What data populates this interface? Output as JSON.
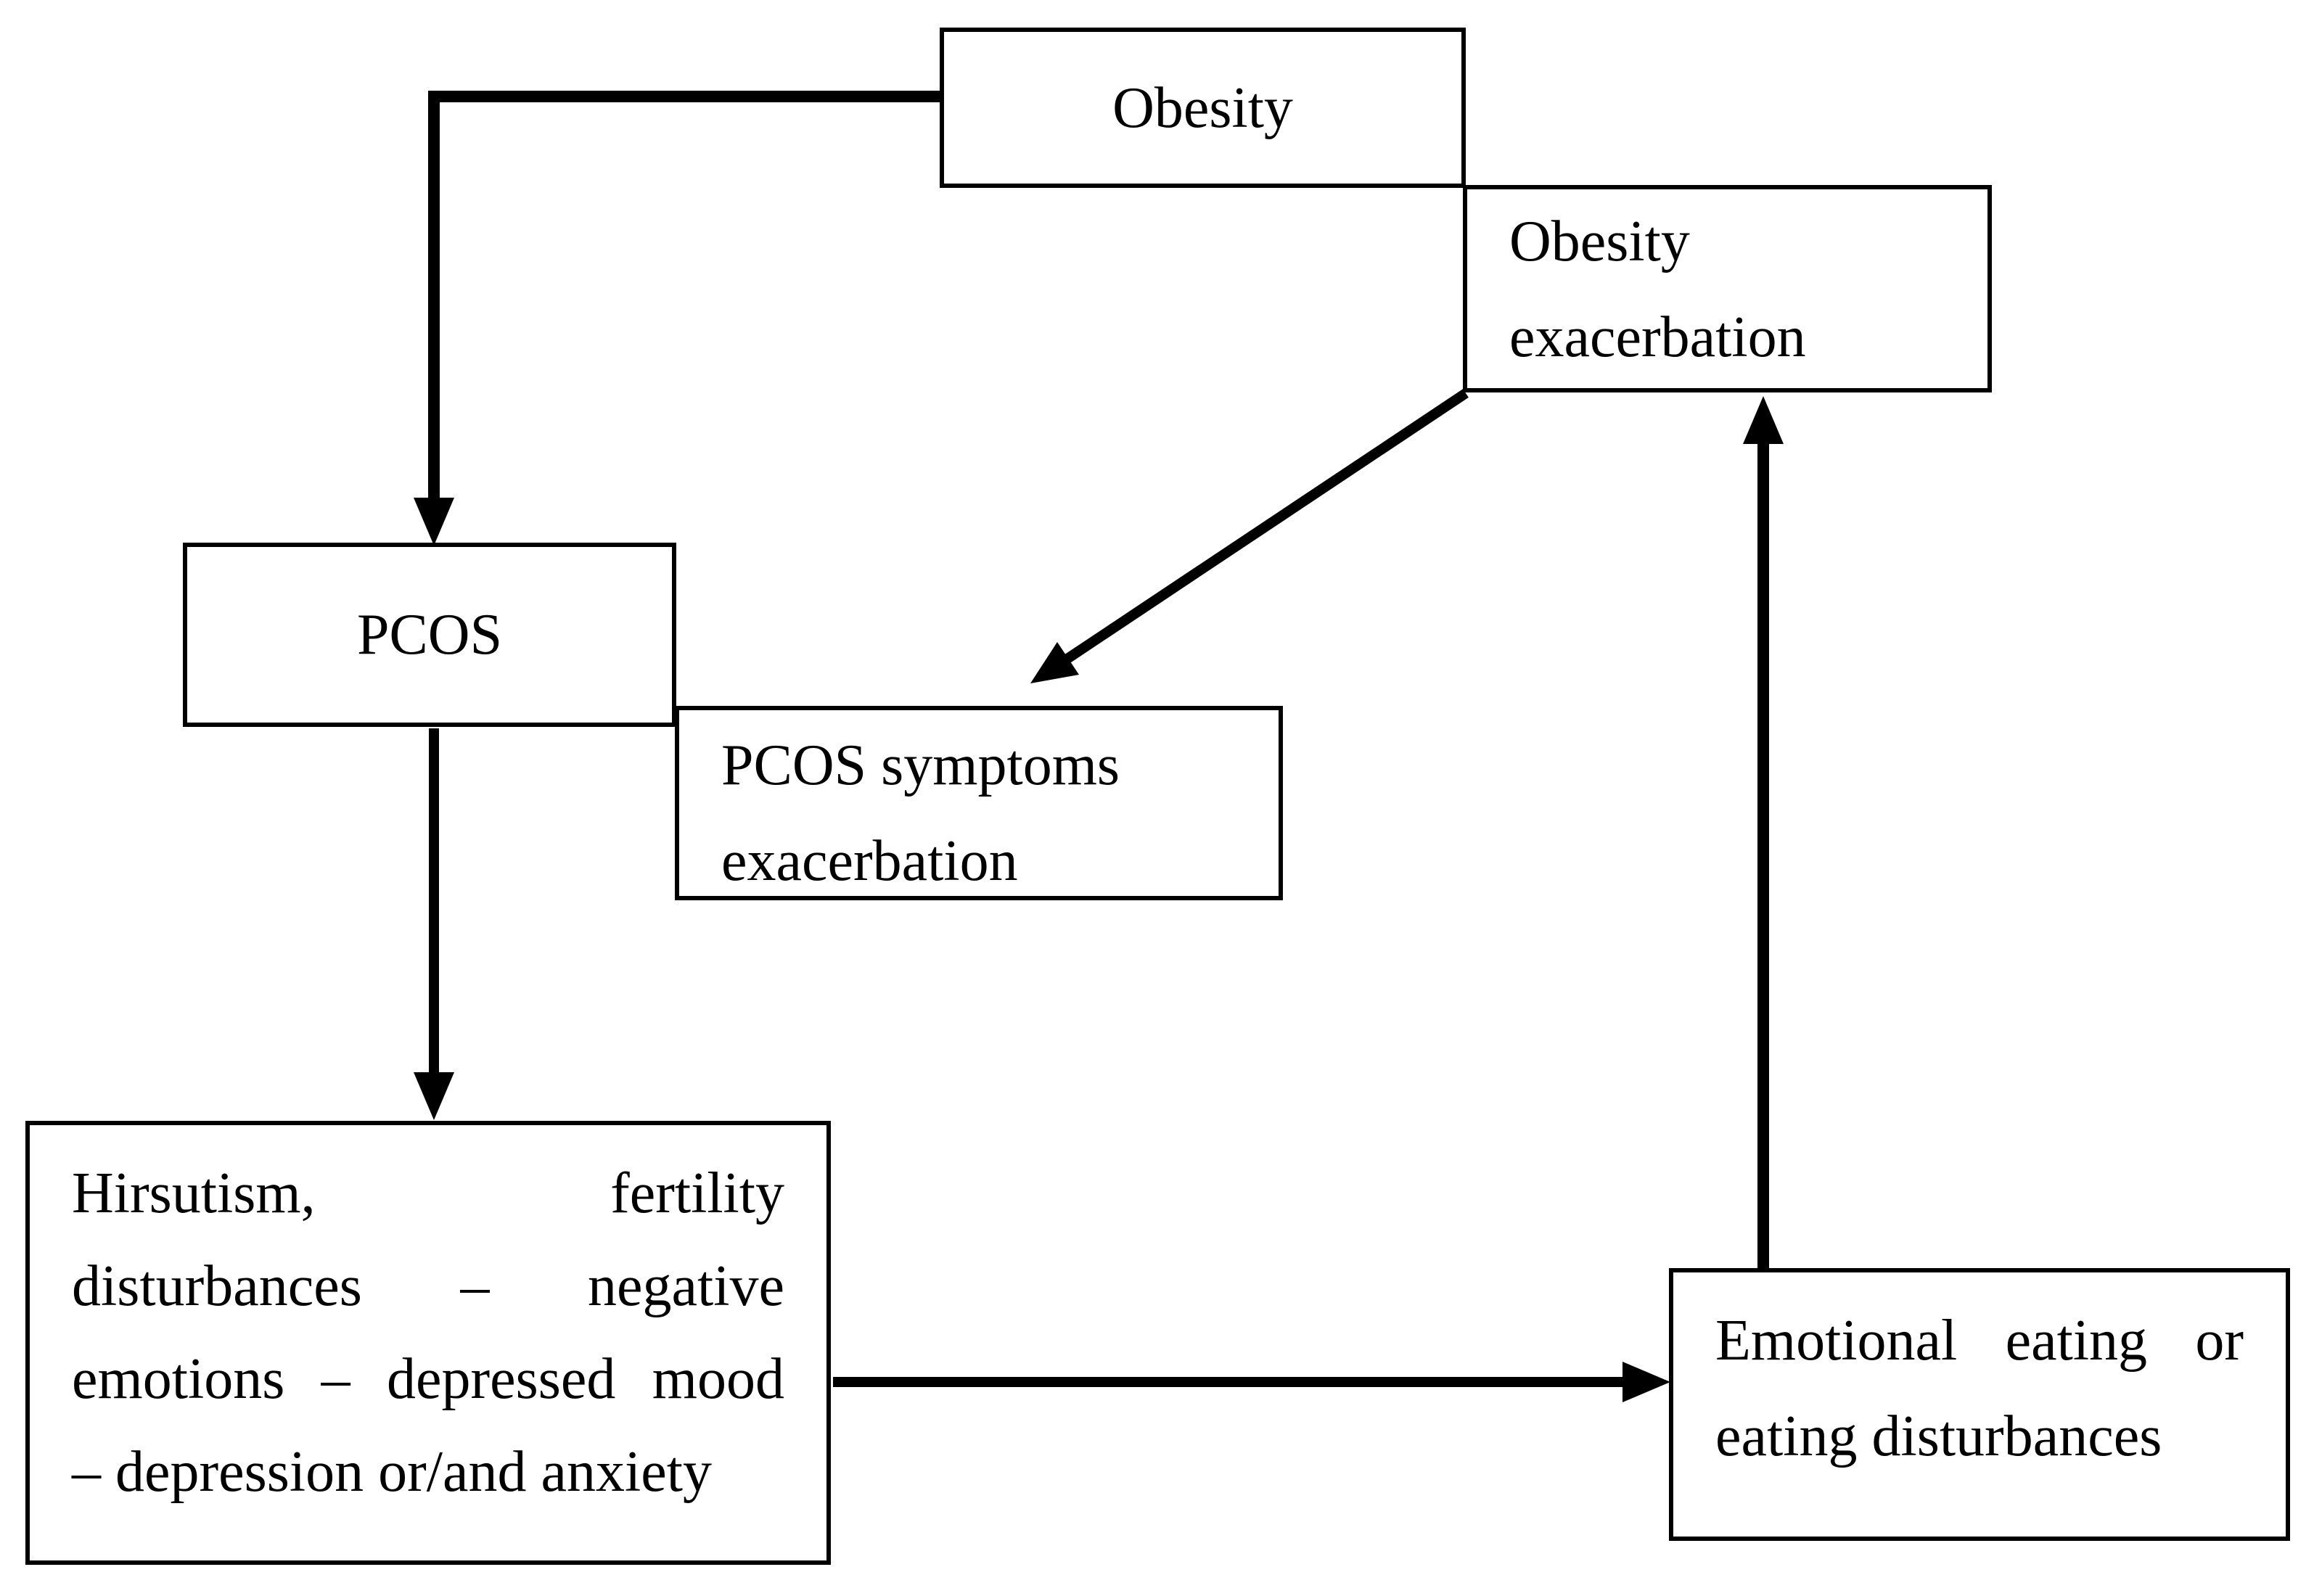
{
  "diagram": {
    "type": "flowchart",
    "colors": {
      "line": "#000000",
      "text": "#000000",
      "background": "#ffffff"
    },
    "nodes": {
      "obesity": {
        "label": "Obesity"
      },
      "obesity_exacerbation": {
        "lines": [
          "Obesity",
          "exacerbation"
        ]
      },
      "pcos": {
        "label": "PCOS"
      },
      "pcos_symptoms_exacerbation": {
        "lines": [
          "PCOS symptoms",
          "exacerbation"
        ]
      },
      "pcos_consequences": {
        "lines": [
          "Hirsutism, fertility",
          "disturbances – negative",
          "emotions – depressed mood",
          "– depression or/and anxiety"
        ]
      },
      "emotional_eating": {
        "lines": [
          "Emotional eating or",
          "eating disturbances"
        ]
      }
    },
    "edges": [
      {
        "from": "obesity",
        "to": "pcos",
        "style": "elbow-left-down"
      },
      {
        "from": "obesity_exacerbation",
        "to": "pcos_symptoms_exacerbation",
        "style": "diagonal-down-left"
      },
      {
        "from": "pcos",
        "to": "pcos_consequences",
        "style": "straight-down"
      },
      {
        "from": "pcos_consequences",
        "to": "emotional_eating",
        "style": "straight-right"
      },
      {
        "from": "emotional_eating",
        "to": "obesity_exacerbation",
        "style": "straight-up"
      }
    ]
  }
}
